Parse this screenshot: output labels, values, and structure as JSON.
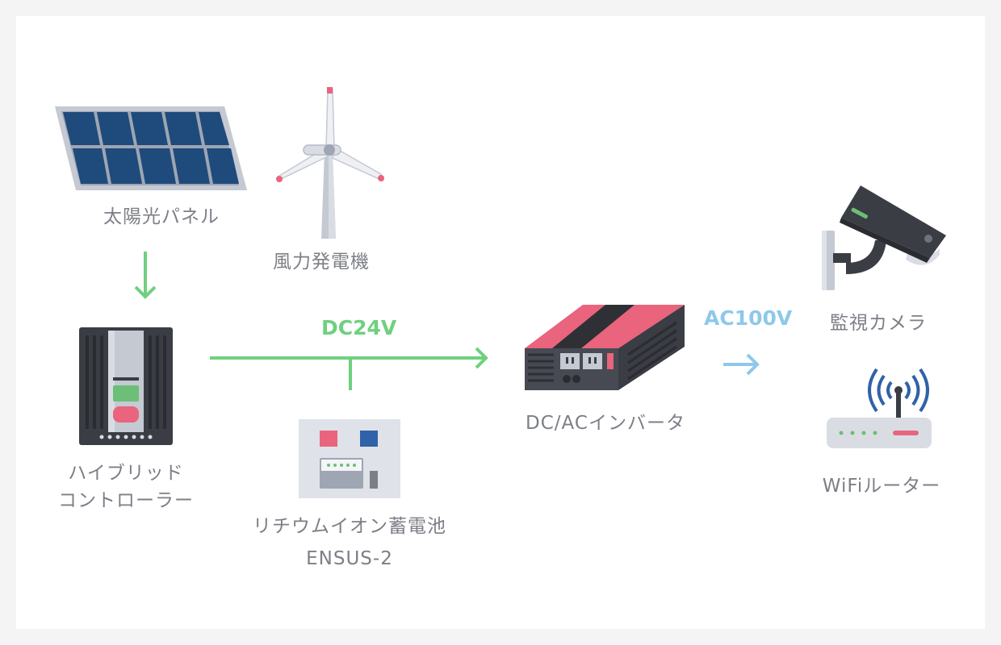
{
  "devices": {
    "solar_panel": {
      "label": "太陽光パネル"
    },
    "wind_turbine": {
      "label": "風力発電機"
    },
    "controller": {
      "label_line1": "ハイブリッド",
      "label_line2": "コントローラー"
    },
    "battery": {
      "label_line1": "リチウムイオン蓄電池",
      "label_line2": "ENSUS-2"
    },
    "inverter": {
      "label": "DC/ACインバータ"
    },
    "camera": {
      "label": "監視カメラ"
    },
    "router": {
      "label": "WiFiルーター"
    }
  },
  "connections": {
    "dc": {
      "label": "DC24V",
      "color": "#6fd07e"
    },
    "ac": {
      "label": "AC100V",
      "color": "#8ec8ea"
    }
  },
  "colors": {
    "label_text": "#7d7f87",
    "accent_pink": "#e9647c",
    "panel_navy": "#1f4a7c",
    "dark_body": "#3b3d44"
  }
}
